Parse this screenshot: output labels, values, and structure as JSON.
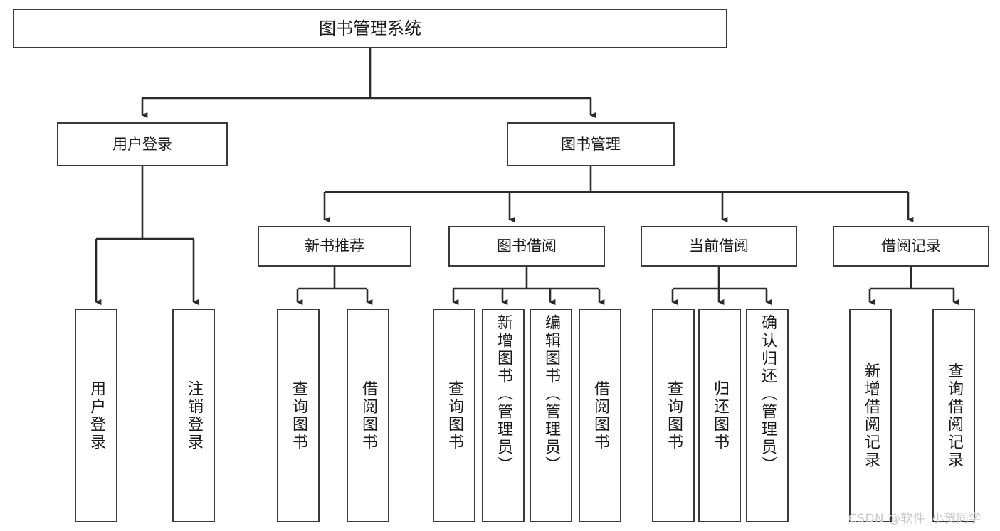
{
  "diagram": {
    "type": "tree",
    "title": "图书管理系统",
    "orientation": "top-down",
    "colors": {
      "border": "#3a3a3a",
      "text": "#1a1a1a",
      "background": "#ffffff",
      "edge": "#2b2b2b",
      "watermark": "#c9c9c9"
    },
    "root": {
      "label": "图书管理系统"
    },
    "level2": [
      {
        "label": "用户登录"
      },
      {
        "label": "图书管理"
      }
    ],
    "level3": [
      {
        "label": "新书推荐"
      },
      {
        "label": "图书借阅"
      },
      {
        "label": "当前借阅"
      },
      {
        "label": "借阅记录"
      }
    ],
    "leaves": {
      "user_login": [
        {
          "label": "用户登录"
        },
        {
          "label": "注销登录"
        }
      ],
      "new_book_recommend": [
        {
          "label": "查询图书"
        },
        {
          "label": "借阅图书"
        }
      ],
      "book_borrow": [
        {
          "label": "查询图书"
        },
        {
          "label": "新增图书（管理员）"
        },
        {
          "label": "编辑图书（管理员）"
        },
        {
          "label": "借阅图书"
        }
      ],
      "current_borrow": [
        {
          "label": "查询图书"
        },
        {
          "label": "归还图书"
        },
        {
          "label": "确认归还（管理员）"
        }
      ],
      "borrow_record": [
        {
          "label": "新增借阅记录"
        },
        {
          "label": "查询借阅记录"
        }
      ]
    }
  },
  "watermark": {
    "text": "CSDN @软件_小贺同学"
  }
}
